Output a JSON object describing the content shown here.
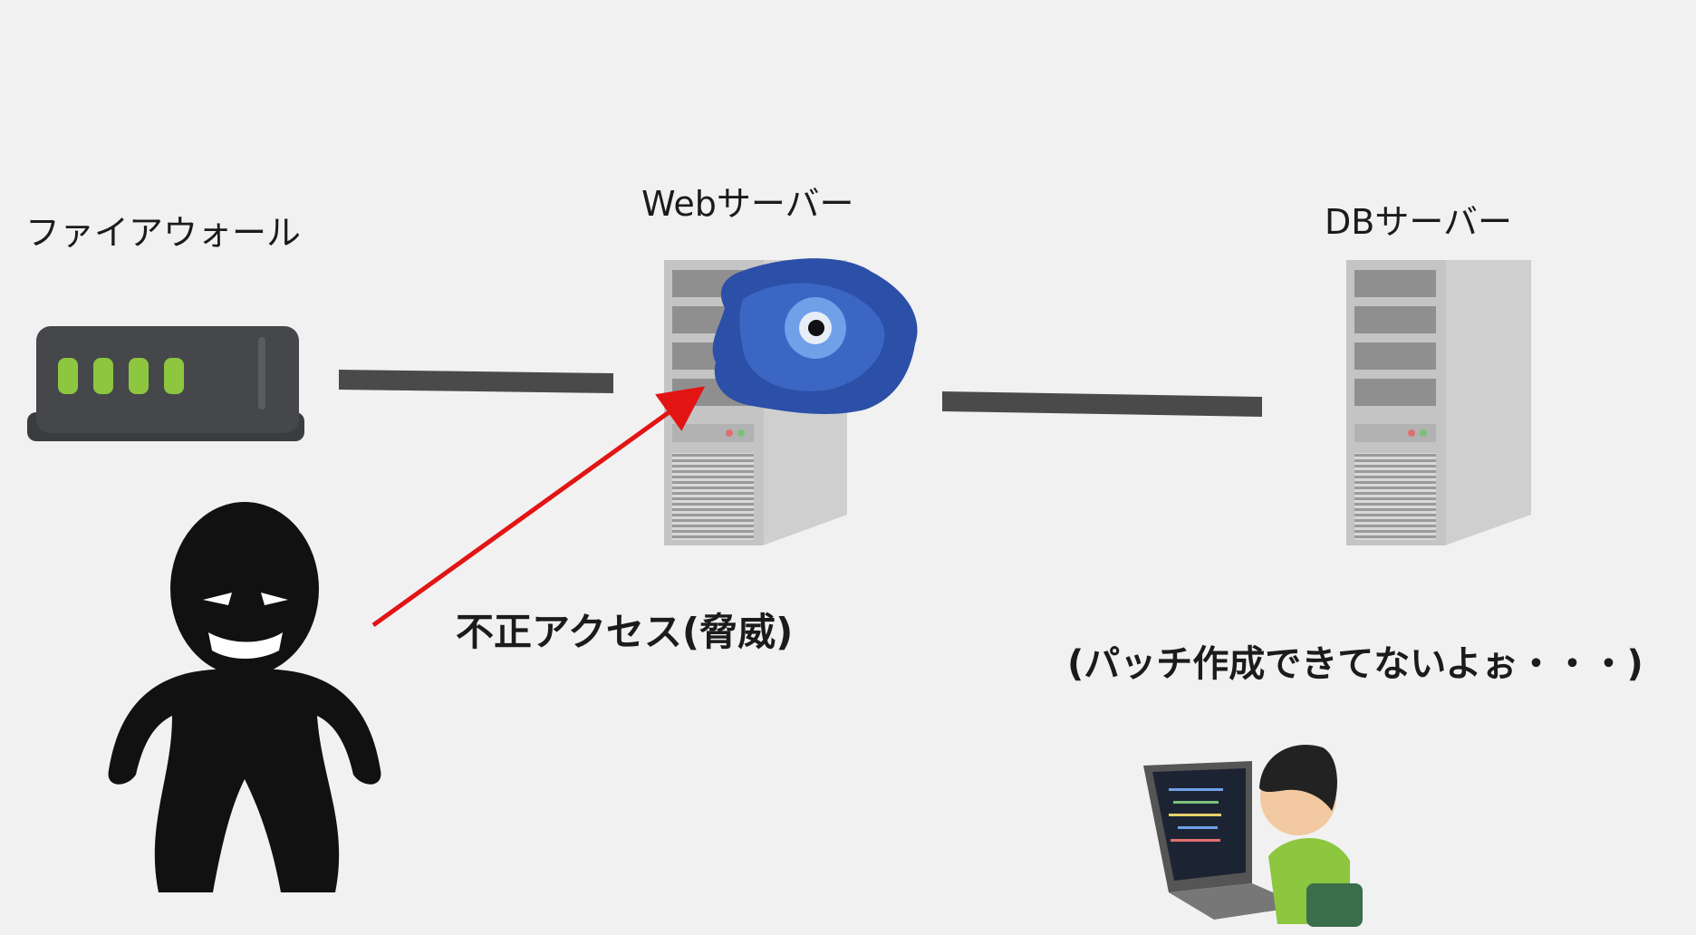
{
  "diagram": {
    "nodes": {
      "firewall": {
        "label": "ファイアウォール",
        "icon": "firewall-router-icon"
      },
      "web_server": {
        "label": "Webサーバー",
        "icon": "server-with-vortex-icon"
      },
      "db_server": {
        "label": "DBサーバー",
        "icon": "server-tower-icon"
      }
    },
    "threat_label": "不正アクセス(脅威)",
    "developer_caption": "(パッチ作成できてないよぉ・・・)",
    "colors": {
      "background": "#f1f1f1",
      "connector": "#4a4a4a",
      "attack_arrow": "#e31414",
      "vortex": "#2c4fa8",
      "firewall_body": "#3f4144",
      "firewall_led": "#8dc63f"
    }
  }
}
